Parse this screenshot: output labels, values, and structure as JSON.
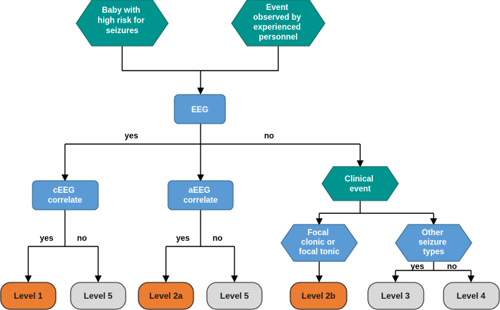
{
  "nodes": {
    "baby_risk": {
      "lines": [
        "Baby with",
        "high risk for",
        "seizures"
      ]
    },
    "event_observed": {
      "lines": [
        "Event",
        "observed by",
        "experienced",
        "personnel"
      ]
    },
    "eeg": {
      "lines": [
        "EEG"
      ]
    },
    "ceeg": {
      "lines": [
        "cEEG",
        "correlate"
      ]
    },
    "aeeg": {
      "lines": [
        "aEEG",
        "correlate"
      ]
    },
    "clinical_event": {
      "lines": [
        "Clinical",
        "event"
      ]
    },
    "focal": {
      "lines": [
        "Focal",
        "clonic or",
        "focal tonic"
      ]
    },
    "other_types": {
      "lines": [
        "Other",
        "seizure",
        "types"
      ]
    },
    "level1": {
      "lines": [
        "Level 1"
      ]
    },
    "level5a": {
      "lines": [
        "Level 5"
      ]
    },
    "level2a": {
      "lines": [
        "Level 2a"
      ]
    },
    "level5b": {
      "lines": [
        "Level 5"
      ]
    },
    "level2b": {
      "lines": [
        "Level 2b"
      ]
    },
    "level3": {
      "lines": [
        "Level 3"
      ]
    },
    "level4": {
      "lines": [
        "Level 4"
      ]
    }
  },
  "edge_labels": {
    "eeg_yes": "yes",
    "eeg_no": "no",
    "ceeg_yes": "yes",
    "ceeg_no": "no",
    "aeeg_yes": "yes",
    "aeeg_no": "no",
    "other_yes": "yes",
    "other_no": "no"
  },
  "colors": {
    "teal": "#00948f",
    "teal_border": "#1c6f6b",
    "blue": "#5b9bd5",
    "blue_border": "#41719c",
    "orange": "#ed7d31",
    "orange_border": "#2b2b2b",
    "gray": "#d9d9d9",
    "gray_border": "#444444",
    "line": "#000000"
  }
}
